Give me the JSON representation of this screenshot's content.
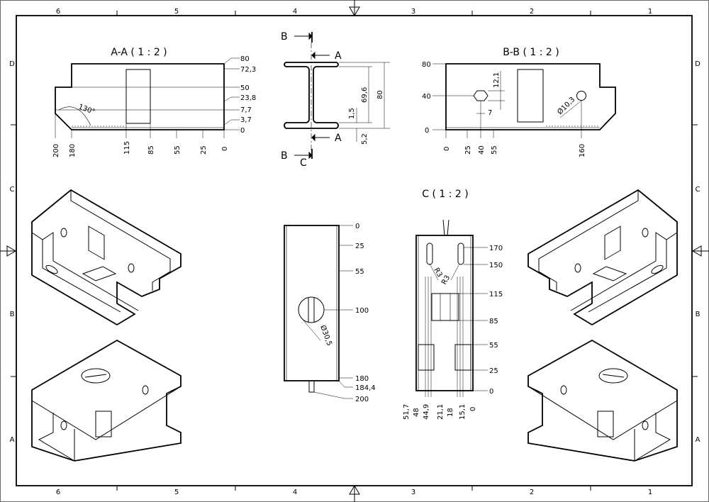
{
  "frame": {
    "zones_top": [
      "6",
      "5",
      "4",
      "3",
      "2",
      "1"
    ],
    "zones_bottom": [
      "6",
      "5",
      "4",
      "3",
      "2",
      "1"
    ],
    "zones_left": [
      "D",
      "C",
      "B",
      "A"
    ],
    "zones_right": [
      "D",
      "C",
      "B",
      "A"
    ]
  },
  "section_aa": {
    "title": "A-A ( 1 : 2 )",
    "angle": "130°",
    "right_dims": [
      "80",
      "72,3",
      "50",
      "23,8",
      "7,7",
      "3,7",
      "0"
    ],
    "bottom_dims": [
      "200",
      "180",
      "115",
      "85",
      "55",
      "25",
      "0"
    ]
  },
  "profile": {
    "cut_b_top": "B",
    "cut_b_bottom": "B",
    "cut_a_top": "A",
    "cut_a_bottom": "A",
    "detail_c": "C",
    "dim_80": "80",
    "dim_69_6": "69,6",
    "dim_1_5": "1,5",
    "dim_5_2": "5,2"
  },
  "section_bb": {
    "title": "B-B ( 1 : 2 )",
    "left_dims": [
      "80",
      "40",
      "0"
    ],
    "dim_12_1": "12,1",
    "dim_7": "7",
    "hole_dia": "Ø10,3",
    "bottom_dims": [
      "0",
      "25",
      "40",
      "55",
      "160"
    ]
  },
  "front_view": {
    "right_dims": [
      "0",
      "25",
      "55",
      "100",
      "180",
      "184,4",
      "200"
    ],
    "hole_dia": "Ø30,5"
  },
  "detail_c": {
    "title": "C ( 1 : 2 )",
    "right_dims": [
      "170",
      "150",
      "115",
      "85",
      "55",
      "25",
      "0"
    ],
    "radius_1": "R3",
    "radius_2": "R3",
    "bottom_dims": [
      "51,7",
      "48",
      "44,9",
      "21,1",
      "18",
      "15,1",
      "0"
    ]
  }
}
